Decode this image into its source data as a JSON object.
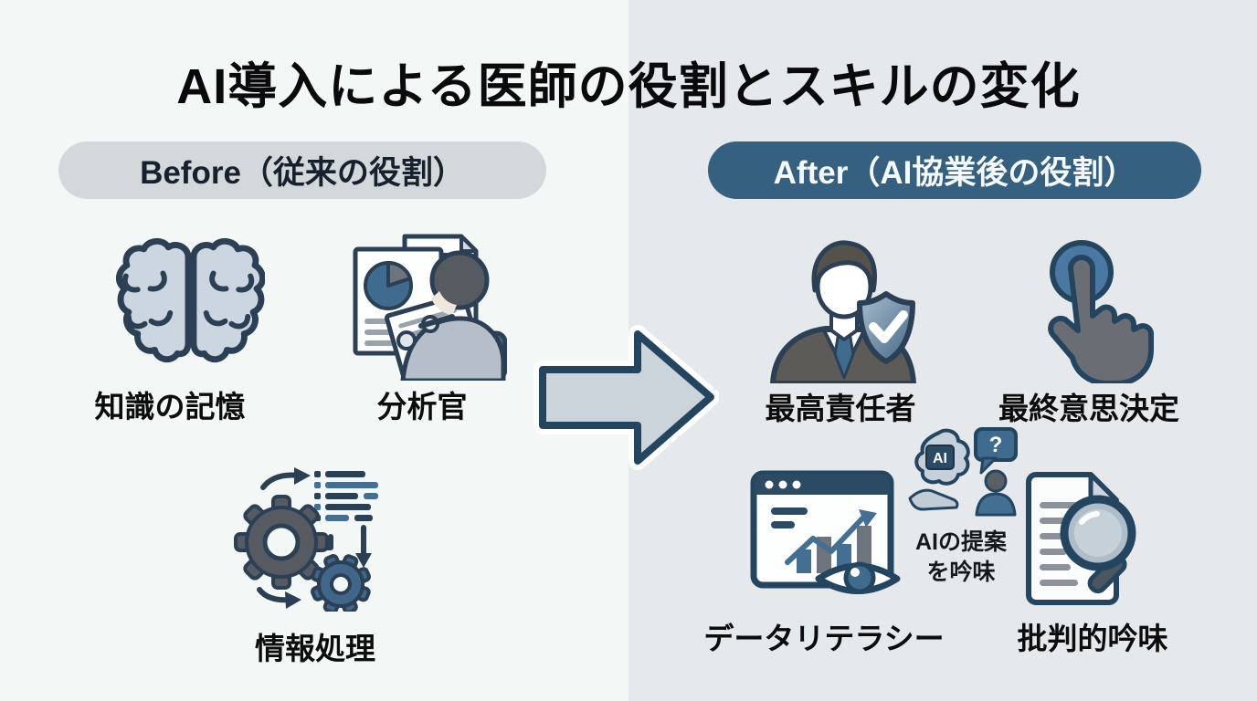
{
  "title": "AI導入による医師の役割とスキルの変化",
  "before": {
    "header": "Before（従来の役割）",
    "items": [
      {
        "icon": "brain",
        "label": "知識の記憶"
      },
      {
        "icon": "analyst",
        "label": "分析官"
      },
      {
        "icon": "gears-processing",
        "label": "情報処理"
      }
    ]
  },
  "after": {
    "header": "After（AI協業後の役割）",
    "items": [
      {
        "icon": "doctor-with-shield-check",
        "label": "最高責任者"
      },
      {
        "icon": "finger-press-button",
        "label": "最終意思決定"
      },
      {
        "icon": "dashboard-chart-eye",
        "label": "データリテラシー"
      },
      {
        "icon": "document-magnifier",
        "label": "批判的吟味"
      }
    ],
    "ai_suggestion": {
      "chip_text": "AI",
      "bubble_text": "?",
      "caption_line1": "AIの提案",
      "caption_line2": "を吟味"
    }
  },
  "colors": {
    "left_background": "#f3f8f6",
    "right_background": "#e5e9ec",
    "before_pill": "#d3d8db",
    "after_pill": "#35607f",
    "navy_outline": "#24455f",
    "steel_blue": "#436f93",
    "light_blue_gray": "#ccd6e0",
    "dark_gray": "#585d64",
    "text": "#0c0c0c"
  }
}
